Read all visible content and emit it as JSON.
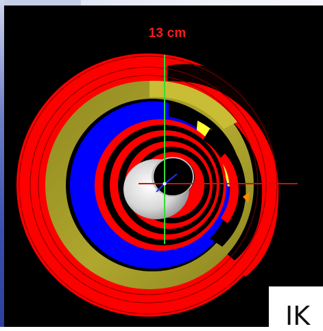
{
  "window": {
    "scale_label": "13 cm",
    "watermark_text": "IK"
  },
  "scene": {
    "background": "#000000",
    "colors": {
      "red_layer": "#ff0000",
      "olive_layer": "#a39a28",
      "olive_highlight": "#c9bd35",
      "blue_layer": "#0000ff",
      "yellow_layer": "#ffff33",
      "beam_pipe": "#d8d8d8",
      "axis_y": "#33dd33",
      "axis_x": "#cc1111",
      "axis_z": "#2233ff",
      "marker": "#ff8800"
    },
    "icons": [
      "axis-gizmo",
      "orange-marker"
    ]
  }
}
